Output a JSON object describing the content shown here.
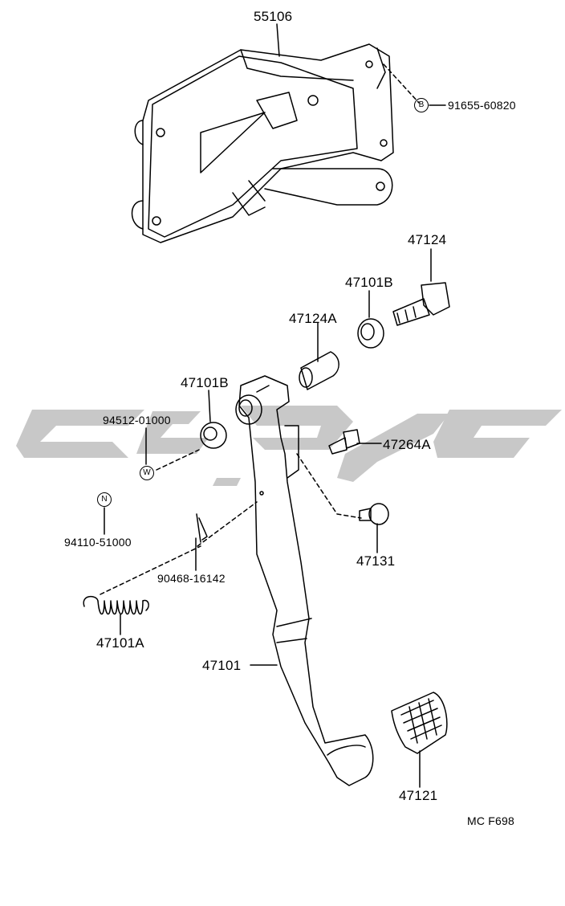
{
  "parts": {
    "p55106": "55106",
    "p91655": "91655-60820",
    "p47124": "47124",
    "p47101B_top": "47101B",
    "p47124A": "47124A",
    "p47101B_left": "47101B",
    "p94512": "94512-01000",
    "p47264A": "47264A",
    "p94110": "94110-51000",
    "p47131": "47131",
    "p90468": "90468-16142",
    "p47101A": "47101A",
    "p47101": "47101",
    "p47121": "47121"
  },
  "markers": {
    "b": "B",
    "w": "W",
    "n": "N"
  },
  "figure_code": "MC F698"
}
